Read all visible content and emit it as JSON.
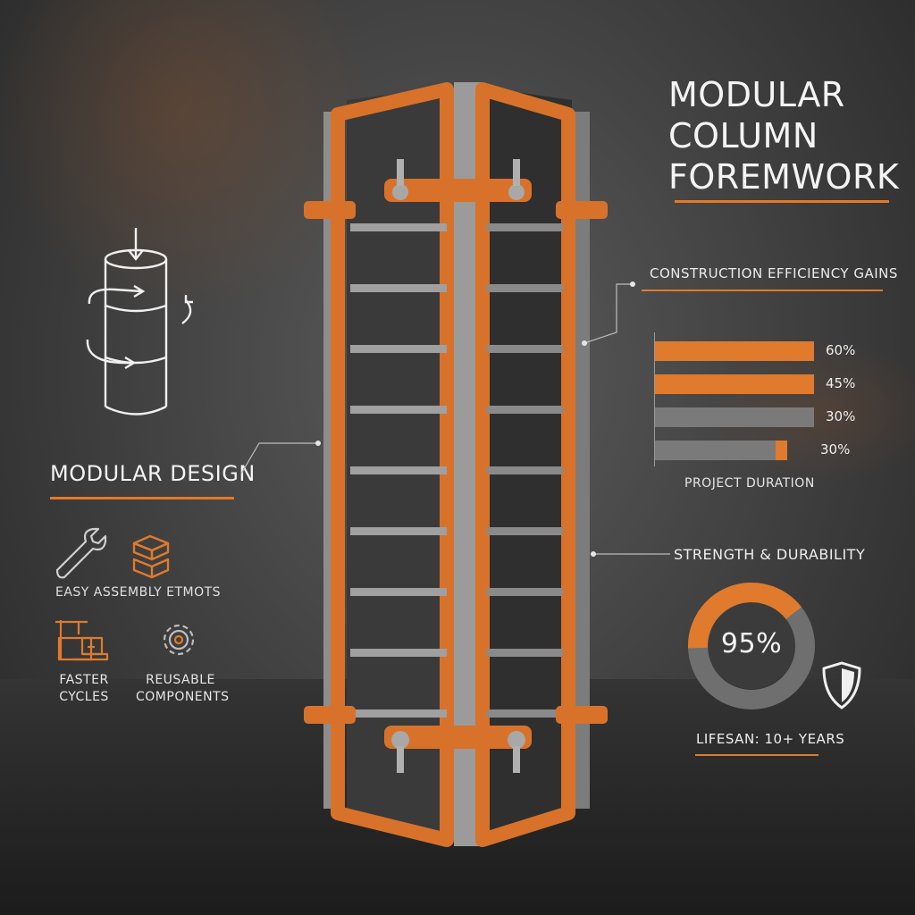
{
  "title_lines": [
    "MODULAR",
    "COLUMN",
    "FOREMWORK"
  ],
  "modular": {
    "heading": "MODULAR DESIGN",
    "easy_assembly": "EASY ASSEMBLY ETMOTS",
    "faster_cycles": "FASTER CYCLES",
    "reusable": "REUSABLE COMPONENTS"
  },
  "efficiency": {
    "heading": "CONSTRUCTION EFFICIENCY GAINS",
    "bars": [
      {
        "label": "60%",
        "fraction": 0.98,
        "color": "#e07a2c"
      },
      {
        "label": "45%",
        "fraction": 0.98,
        "color": "#e07a2c"
      },
      {
        "label": "30%",
        "fraction": 0.98,
        "color": "#7a7a7a"
      },
      {
        "label": "30%",
        "fraction": 0.74,
        "color": "#7a7a7a",
        "accent_fraction": 0.07
      }
    ],
    "axis_label": "PROJECT DURATION"
  },
  "strength": {
    "heading": "STRENGTH & DURABILITY",
    "value": "95%",
    "orange_fraction": 0.4,
    "lifespan": "LIFESAN: 10+ YEARS"
  },
  "colors": {
    "accent": "#e07a2c",
    "gray": "#7a7a7a",
    "steel": "#8d8d8d"
  },
  "icons": [
    "modular-column-icon",
    "wrench-icon",
    "stacked-boxes-icon",
    "crane-factory-icon",
    "gear-icon",
    "shield-icon"
  ]
}
